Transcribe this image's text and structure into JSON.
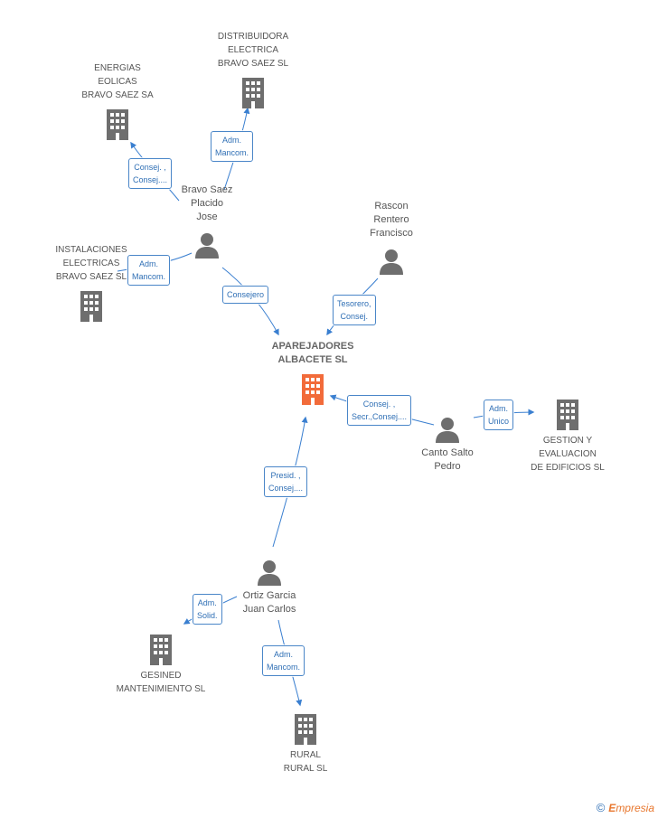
{
  "colors": {
    "accent_main": "#f26b3a",
    "node_gray": "#6e6e6e",
    "edge_blue": "#3a7fd0"
  },
  "nodes": {
    "main": {
      "label": "APAREJADORES\nALBACETE SL",
      "type": "company-main"
    },
    "energias": {
      "label": "ENERGIAS\nEOLICAS\nBRAVO SAEZ SA",
      "type": "company"
    },
    "distribuidora": {
      "label": "DISTRIBUIDORA\nELECTRICA\nBRAVO SAEZ SL",
      "type": "company"
    },
    "instalaciones": {
      "label": "INSTALACIONES\nELECTRICAS\nBRAVO SAEZ SL",
      "type": "company"
    },
    "gestion": {
      "label": "GESTION Y\nEVALUACION\nDE EDIFICIOS SL",
      "type": "company"
    },
    "gesined": {
      "label": "GESINED\nMANTENIMIENTO SL",
      "type": "company"
    },
    "rural": {
      "label": "RURAL\nRURAL SL",
      "type": "company"
    },
    "bravo": {
      "label": "Bravo Saez\nPlacido\nJose",
      "type": "person"
    },
    "rascon": {
      "label": "Rascon\nRentero\nFrancisco",
      "type": "person"
    },
    "canto": {
      "label": "Canto Salto\nPedro",
      "type": "person"
    },
    "ortiz": {
      "label": "Ortiz Garcia\nJuan Carlos",
      "type": "person"
    }
  },
  "relations": {
    "bravo_energias": "Consej. ,\nConsej....",
    "bravo_distribuidora": "Adm.\nMancom.",
    "bravo_instalaciones": "Adm.\nMancom.",
    "bravo_main": "Consejero",
    "rascon_main": "Tesorero,\nConsej.",
    "canto_main": "Consej. ,\nSecr.,Consej....",
    "canto_gestion": "Adm.\nUnico",
    "ortiz_main": "Presid. ,\nConsej....",
    "ortiz_gesined": "Adm.\nSolid.",
    "ortiz_rural": "Adm.\nMancom."
  },
  "brand": {
    "copyright": "©",
    "name": "mpresia",
    "initial": "E"
  }
}
